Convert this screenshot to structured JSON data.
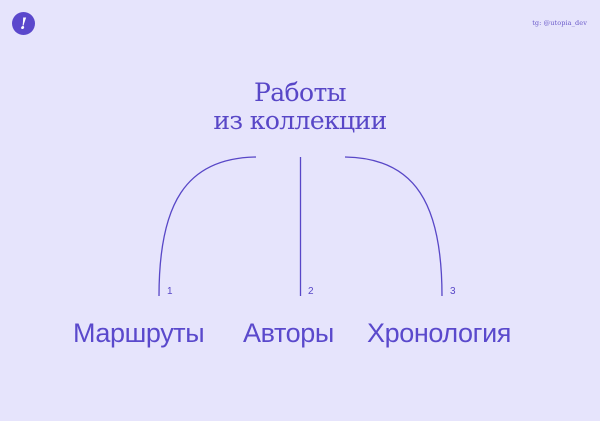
{
  "header": {
    "logo_glyph": "!",
    "handle": "tg: @utopia_dev"
  },
  "title": {
    "line1": "Работы",
    "line2": "из коллекции"
  },
  "branches": [
    {
      "number": "1",
      "label": "Маршруты"
    },
    {
      "number": "2",
      "label": "Авторы"
    },
    {
      "number": "3",
      "label": "Хронология"
    }
  ],
  "colors": {
    "background": "#e6e4fc",
    "accent": "#5847c7"
  }
}
